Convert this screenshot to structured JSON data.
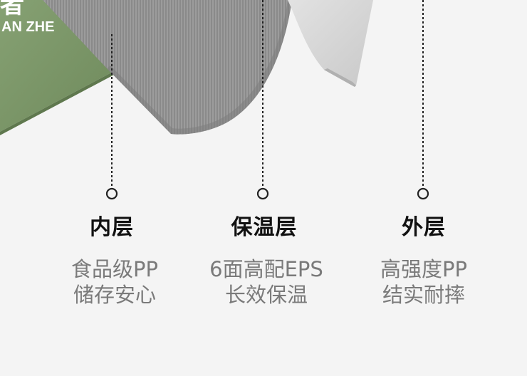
{
  "brand_text": "AN ZHE",
  "layers": [
    {
      "title": "内层",
      "desc": [
        "食品级PP",
        "储存安心"
      ]
    },
    {
      "title": "保温层",
      "desc": [
        "6面高配EPS",
        "长效保温"
      ]
    },
    {
      "title": "外层",
      "desc": [
        "高强度PP",
        "结实耐摔"
      ]
    }
  ],
  "colors": {
    "background": "#f4f4f4",
    "outer_green": "#7f9a6b",
    "insulation_gray": "#9a9a9a",
    "inner_gray": "#d6d6d6"
  }
}
